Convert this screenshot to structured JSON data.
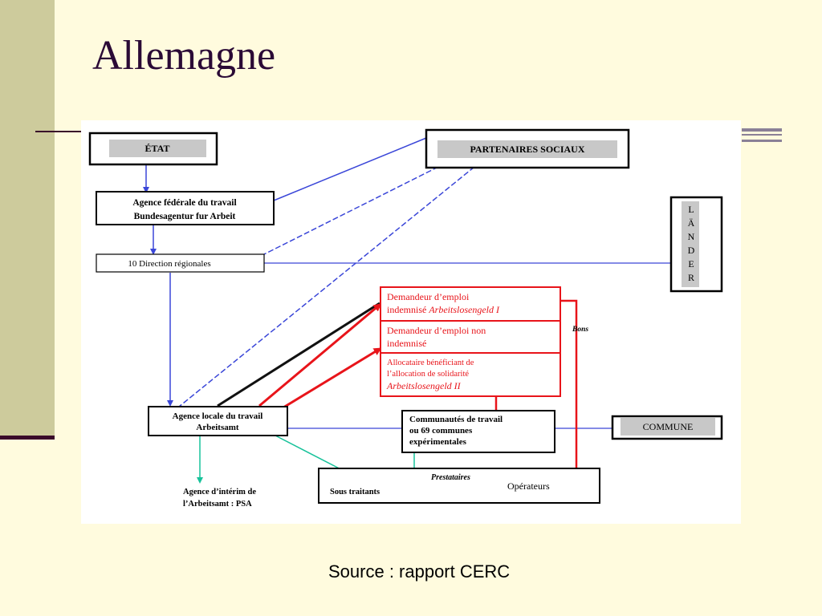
{
  "slide": {
    "title": "Allemagne",
    "source": "Source : rapport CERC"
  },
  "diagram": {
    "etat": "ÉTAT",
    "partenaires": "PARTENAIRES SOCIAUX",
    "agence_federale_1": "Agence fédérale du travail",
    "agence_federale_2": "Bundesagentur fur Arbeit",
    "direction": "10 Direction régionales",
    "lander": [
      "L",
      "Ä",
      "N",
      "D",
      "E",
      "R"
    ],
    "demandeur_indemnise_1": "Demandeur d’emploi",
    "demandeur_indemnise_2": "indemnisé ",
    "demandeur_indemnise_2_italic": "Arbeitslosengeld I",
    "demandeur_non_1": "Demandeur d’emploi non",
    "demandeur_non_2": "indemnisé",
    "allocataire_1": "Allocataire bénéficiant de",
    "allocataire_2": "l’allocation de solidarité",
    "allocataire_3": "Arbeitslosengeld II",
    "bons": "Bons",
    "agence_locale_1": "Agence locale du travail",
    "agence_locale_2": "Arbeitsamt",
    "communautes_1": "Communautés de travail",
    "communautes_2": "ou 69 communes",
    "communautes_3": "expérimentales",
    "commune": "COMMUNE",
    "prestataires": "Prestataires",
    "sous_traitants": "Sous traitants",
    "operateurs": "Opérateurs",
    "psa_1": "Agence d’intérim de",
    "psa_2": "l’Arbeitsamt : PSA"
  },
  "colors": {
    "background": "#fffbde",
    "sidebar": "#cdcb9c",
    "title": "#2b0a36",
    "blue_link": "#3a46d8",
    "red_link": "#e8141a",
    "green_link": "#17c29a",
    "gray_fill": "#c8c8c8"
  }
}
